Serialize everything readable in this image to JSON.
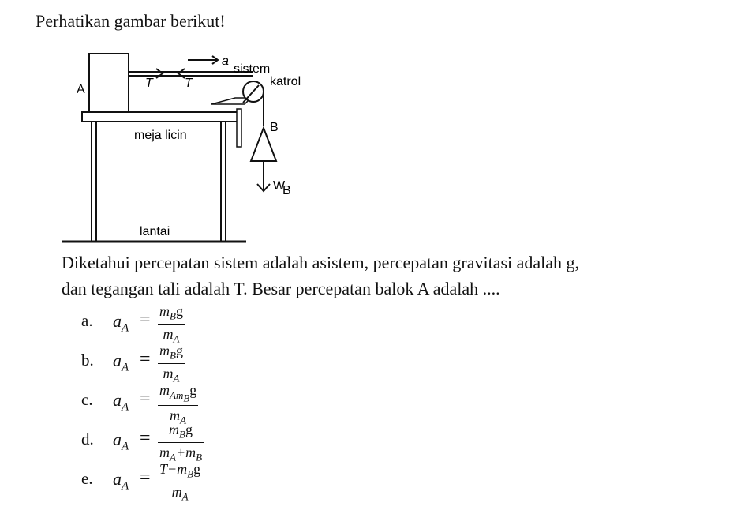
{
  "intro": "Perhatikan gambar berikut!",
  "figure": {
    "label_a": "A",
    "label_t_left": "T",
    "label_t_right": "T",
    "label_acc": "a",
    "label_acc_sub": "sistem",
    "label_katrol": "katrol",
    "label_b": "B",
    "label_w": "W",
    "label_w_sub": "B",
    "label_meja": "meja licin",
    "label_lantai": "lantai"
  },
  "question": {
    "line1": "Diketahui percepatan sistem adalah asistem, percepatan gravitasi adalah g,",
    "line2": "dan tegangan tali adalah T. Besar percepatan balok A adalah ...."
  },
  "options": [
    {
      "letter": "a.",
      "lhs": "a",
      "lhs_sub": "A",
      "num": "m",
      "num_sub": "B",
      "num_tail": "g",
      "den": "m",
      "den_sub": "A",
      "den_tail": "",
      "den_sub2": ""
    },
    {
      "letter": "b.",
      "lhs": "a",
      "lhs_sub": "A",
      "num": "m",
      "num_sub": "B",
      "num_tail": "g",
      "den": "m",
      "den_sub": "A",
      "den_tail": "",
      "den_sub2": ""
    },
    {
      "letter": "c.",
      "lhs": "a",
      "lhs_sub": "A",
      "num": "m",
      "num_sub": "Am",
      "num_sub2": "B",
      "num_tail": "g",
      "den": "m",
      "den_sub": "A",
      "den_tail": "",
      "den_sub2": ""
    },
    {
      "letter": "d.",
      "lhs": "a",
      "lhs_sub": "A",
      "num": "m",
      "num_sub": "B",
      "num_tail": "g",
      "den": "m",
      "den_sub": "A",
      "den_tail": "+m",
      "den_sub2": "B"
    },
    {
      "letter": "e.",
      "lhs": "a",
      "lhs_sub": "A",
      "num_pre": "T−m",
      "num_sub": "B",
      "num_tail": "g",
      "den": "m",
      "den_sub": "A",
      "den_tail": "",
      "den_sub2": ""
    }
  ],
  "equals": "="
}
